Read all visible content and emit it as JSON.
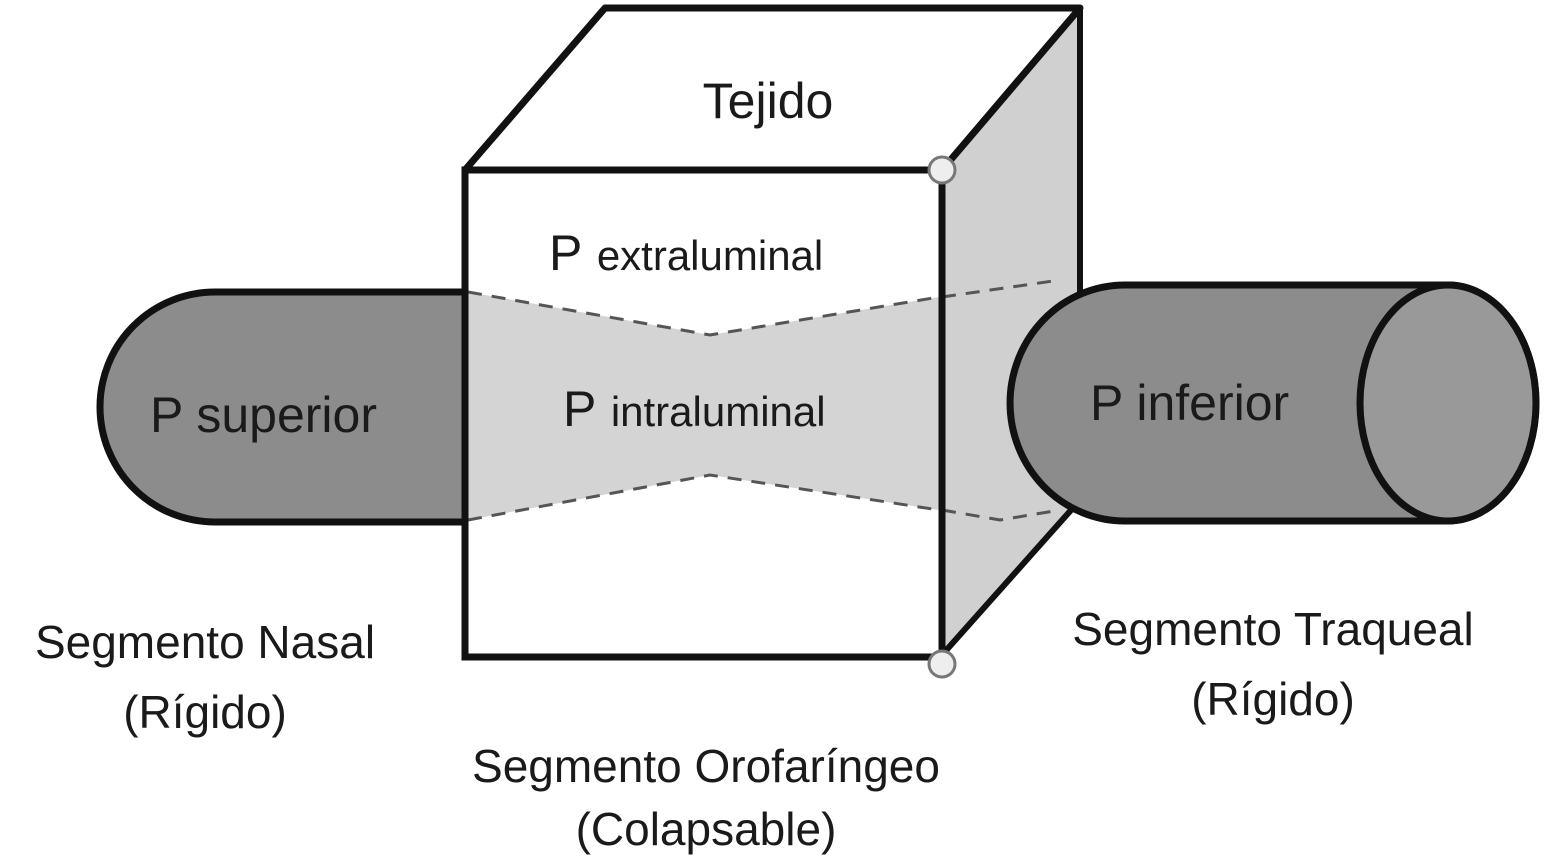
{
  "labels": {
    "top_face": "Tejido",
    "upper_p": "P",
    "upper_sub": "extraluminal",
    "middle_p": "P",
    "middle_sub": "intraluminal",
    "left_tube": "P superior",
    "right_tube": "P inferior"
  },
  "captions": {
    "nasal_line1": "Segmento Nasal",
    "nasal_line2": "(Rígido)",
    "tracheal_line1": "Segmento Traqueal",
    "tracheal_line2": "(Rígido)",
    "oro_line1": "Segmento Orofaríngeo",
    "oro_line2": "(Colapsable)"
  },
  "colors": {
    "tube_fill": "#8c8c8c",
    "lumen_fill": "#d4d4d4",
    "side_face": "#d0d0d0",
    "outline": "#111111",
    "dashed": "#555555",
    "text": "#1a1a1a"
  }
}
